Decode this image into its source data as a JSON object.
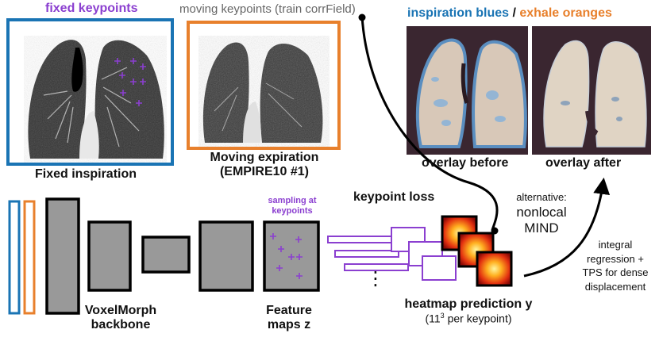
{
  "headers": {
    "fixed_keypoints": "fixed keypoints",
    "moving_keypoints": "moving keypoints (train corrField)",
    "inspiration_blues": "inspiration blues",
    "separator": " / ",
    "exhale_oranges": "exhale oranges"
  },
  "captions": {
    "fixed_inspiration": "Fixed inspiration",
    "moving_line1": "Moving expiration",
    "moving_line2": "(EMPIRE10 #1)",
    "overlay_before": "overlay before",
    "overlay_after": "overlay after"
  },
  "network": {
    "sampling_line1": "sampling at",
    "sampling_line2": "keypoints",
    "keypoint_loss": "keypoint loss",
    "backbone_line1": "VoxelMorph",
    "backbone_line2": "backbone",
    "feature_line1": "Feature",
    "feature_line2": "maps z",
    "heatmap_line1": "heatmap prediction y",
    "heatmap_line2_base": "(11",
    "heatmap_line2_sup": "3",
    "heatmap_line2_rest": " per keypoint)",
    "alternative": "alternative:",
    "nonlocal": "nonlocal",
    "mind": "MIND",
    "integral_line1": "integral",
    "integral_line2": "regression +",
    "integral_line3": "TPS for dense",
    "integral_line4": "displacement",
    "dots": "⋮"
  },
  "colors": {
    "fixed_blue": "#1a74b4",
    "moving_orange": "#e8802c",
    "keypoint_purple": "#8b3fd0",
    "block_gray": "#999999",
    "overlay_bg": "#3a2630"
  }
}
